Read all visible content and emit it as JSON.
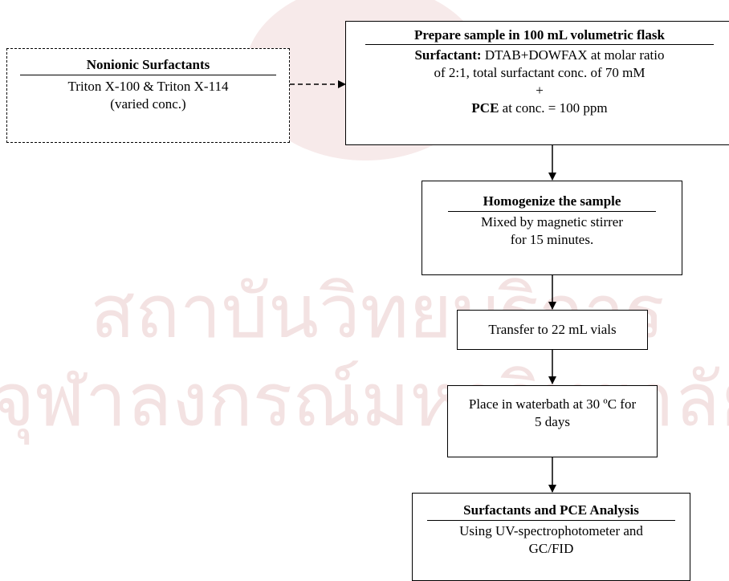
{
  "watermark": {
    "line1": "สถาบันวิทยบริการ",
    "line2": "จุฬาลงกรณ์มหาวิทยาลัย",
    "color": "#f2dcdc"
  },
  "nonionic": {
    "title": "Nonionic Surfactants",
    "line1": "Triton X-100 & Triton X-114",
    "line2": "(varied conc.)"
  },
  "prepare": {
    "title": "Prepare sample in 100 mL volumetric flask",
    "surfactant_label": "Surfactant:",
    "surfactant_text": "DTAB+DOWFAX at molar ratio",
    "line2": "of 2:1, total surfactant conc. of 70 mM",
    "plus": "+",
    "pce_label": "PCE",
    "pce_text": "at conc. = 100 ppm"
  },
  "homogenize": {
    "title": "Homogenize the sample",
    "line1": "Mixed by magnetic stirrer",
    "line2": "for 15 minutes."
  },
  "transfer": {
    "text": "Transfer to 22 mL vials"
  },
  "waterbath": {
    "line1": "Place in waterbath at 30 ºC for",
    "line2": "5 days"
  },
  "analysis": {
    "title": "Surfactants and PCE Analysis",
    "line1": "Using UV-spectrophotometer and",
    "line2": "GC/FID"
  }
}
